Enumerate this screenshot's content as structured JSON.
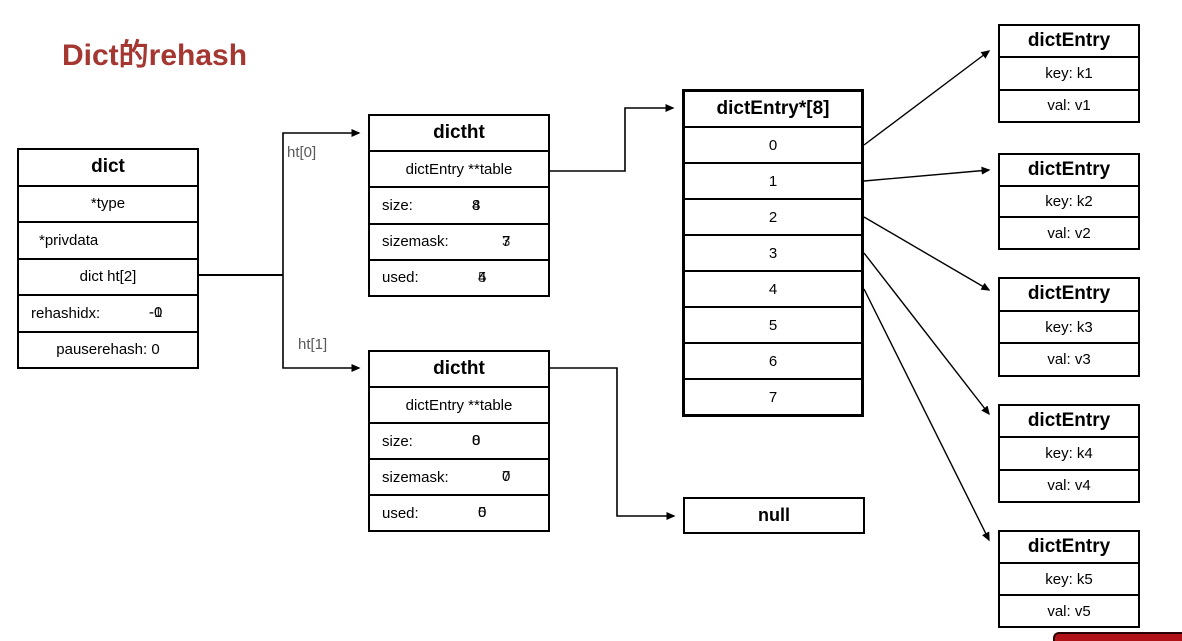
{
  "title": "Dict的rehash",
  "colors": {
    "title_red": "#A43732",
    "pointer_label_gray": "#595959",
    "line_black": "#000000",
    "bottom_bar_red": "#B01217"
  },
  "dict": {
    "header": "dict",
    "fields": {
      "type": "*type",
      "privdata": "*privdata",
      "ht": "dict ht[2]",
      "rehashidx_label": "rehashidx:",
      "rehashidx_values": [
        "-0",
        "-1"
      ],
      "pauserehash": "pauserehash: 0"
    }
  },
  "pointers": {
    "ht0_label": "ht[0]",
    "ht1_label": "ht[1]"
  },
  "dictht0": {
    "header": "dictht",
    "table_field": "dictEntry **table",
    "size_label": "size:",
    "size_values": [
      "8",
      "4"
    ],
    "sizemask_label": "sizemask:",
    "sizemask_values": [
      "7",
      "3"
    ],
    "used_label": "used:",
    "used_values": [
      "4",
      "5"
    ]
  },
  "dictht1": {
    "header": "dictht",
    "table_field": "dictEntry **table",
    "size_label": "size:",
    "size_values": [
      "0",
      "8"
    ],
    "sizemask_label": "sizemask:",
    "sizemask_values": [
      "0",
      "7"
    ],
    "used_label": "used:",
    "used_values": [
      "0",
      "5"
    ]
  },
  "bucket_array": {
    "header": "dictEntry*[8]",
    "slots": [
      "0",
      "1",
      "2",
      "3",
      "4",
      "5",
      "6",
      "7"
    ]
  },
  "null_box": "null",
  "entries": [
    {
      "header": "dictEntry",
      "key": "key: k1",
      "val": "val: v1"
    },
    {
      "header": "dictEntry",
      "key": "key: k2",
      "val": "val: v2"
    },
    {
      "header": "dictEntry",
      "key": "key: k3",
      "val": "val: v3"
    },
    {
      "header": "dictEntry",
      "key": "key: k4",
      "val": "val: v4"
    },
    {
      "header": "dictEntry",
      "key": "key: k5",
      "val": "val: v5"
    }
  ]
}
